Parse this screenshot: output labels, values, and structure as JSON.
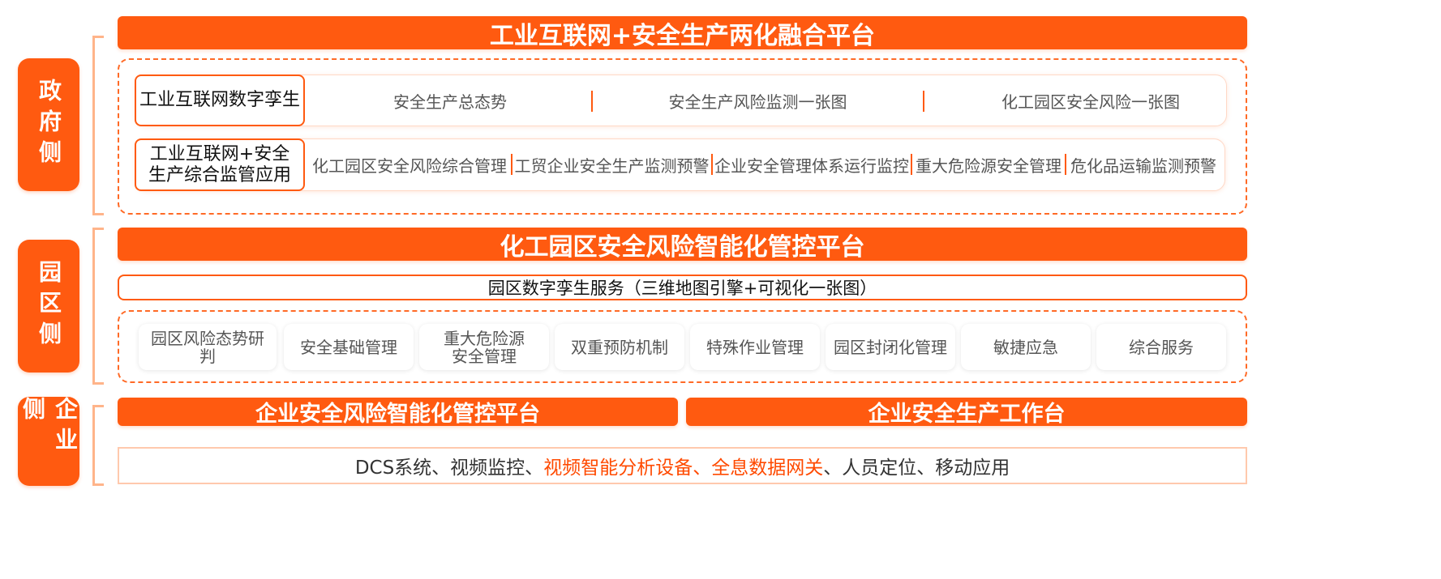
{
  "sections": {
    "government": {
      "label": "政府侧"
    },
    "park": {
      "label": "园区侧"
    },
    "enterprise": {
      "label": "企业侧"
    }
  },
  "government": {
    "platform_title": "工业互联网+安全生产两化融合平台",
    "digital_twin": {
      "label": "工业互联网数字孪生",
      "items": [
        "安全生产总态势",
        "安全生产风险监测一张图",
        "化工园区安全风险一张图"
      ]
    },
    "supervision": {
      "label_line1": "工业互联网+安全",
      "label_line2": "生产综合监管应用",
      "items": [
        "化工园区安全风险综合管理",
        "工贸企业安全生产监测预警",
        "企业安全管理体系运行监控",
        "重大危险源安全管理",
        "危化品运输监测预警"
      ]
    }
  },
  "park": {
    "platform_title": "化工园区安全风险智能化管控平台",
    "service": "园区数字孪生服务（三维地图引擎+可视化一张图）",
    "modules": [
      {
        "line1": "园区风险态势研",
        "line2": "判"
      },
      {
        "line1": "安全基础管理",
        "line2": ""
      },
      {
        "line1": "重大危险源",
        "line2": "安全管理"
      },
      {
        "line1": "双重预防机制",
        "line2": ""
      },
      {
        "line1": "特殊作业管理",
        "line2": ""
      },
      {
        "line1": "园区封闭化管理",
        "line2": ""
      },
      {
        "line1": "敏捷应急",
        "line2": ""
      },
      {
        "line1": "综合服务",
        "line2": ""
      }
    ]
  },
  "enterprise": {
    "platform_left": "企业安全风险智能化管控平台",
    "platform_right": "企业安全生产工作台",
    "bottom": {
      "part1": "DCS系统、视频监控、",
      "part2_highlight": "视频智能分析设备、全息数据网关",
      "part3": "、人员定位、移动应用"
    }
  },
  "colors": {
    "accent": "#ff5a10",
    "light_accent": "#ffb48a",
    "highlight_text": "#ff4a00"
  }
}
